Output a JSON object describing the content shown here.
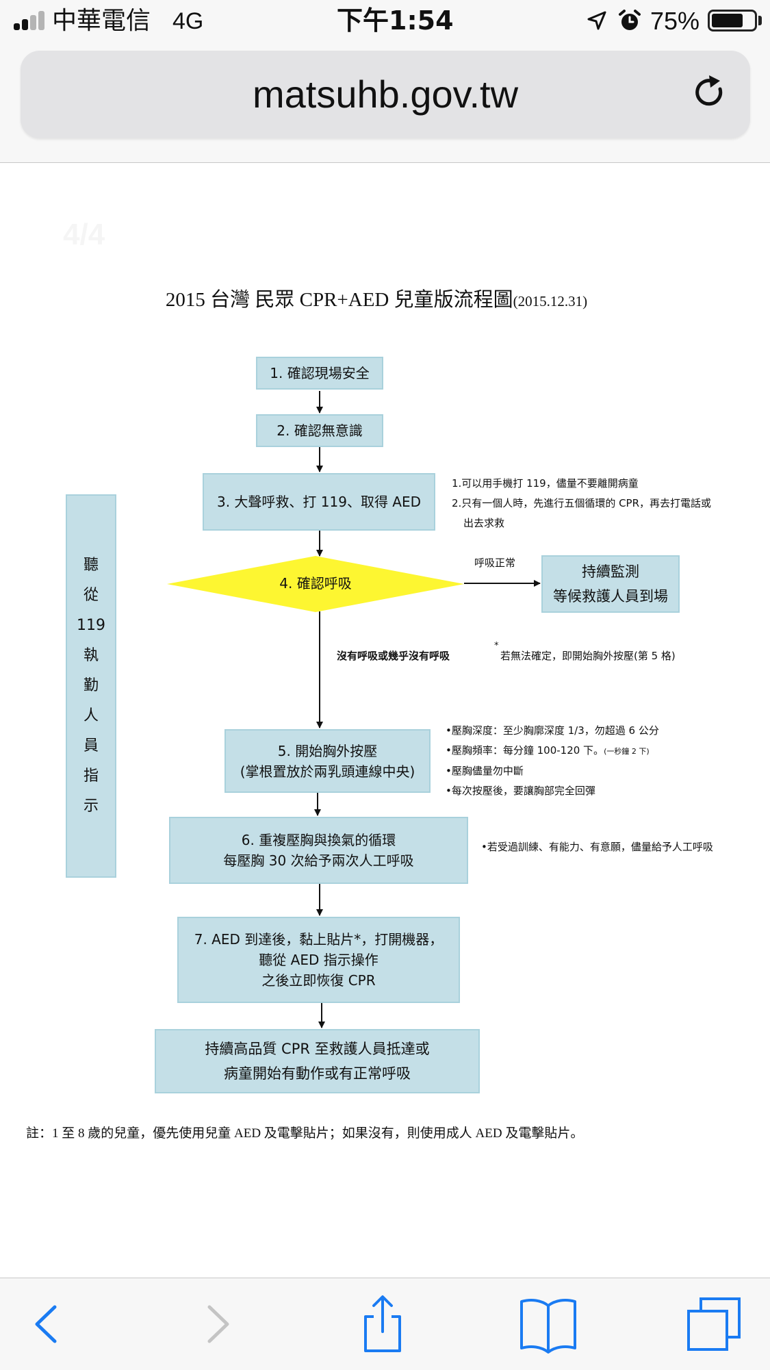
{
  "status_bar": {
    "carrier": "中華電信",
    "network": "4G",
    "time": "下午1:54",
    "battery_percent": "75%",
    "battery_level": 0.75,
    "signal_bars_filled": 2,
    "signal_bars_total": 4,
    "icons": [
      "location-arrow-icon",
      "alarm-clock-icon",
      "battery-icon"
    ]
  },
  "browser": {
    "url": "matsuhb.gov.tw",
    "reload_icon": "reload-icon",
    "toolbar": [
      "back-icon",
      "forward-icon",
      "share-icon",
      "bookmarks-icon",
      "tabs-icon"
    ]
  },
  "document": {
    "page_number": "4/4",
    "title": "2015 台灣  民眾  CPR+AED 兒童版流程圖",
    "title_date": "(2015.12.31)",
    "side_label": [
      "聽",
      "從",
      "119",
      "執",
      "勤",
      "人",
      "員",
      "指",
      "示"
    ],
    "steps": {
      "s1": "1.  確認現場安全",
      "s2": "2.  確認無意識",
      "s3": "3.  大聲呼救、打 119、取得 AED",
      "s4": "4.  確認呼吸",
      "s5": [
        "5.  開始胸外按壓",
        "(掌根置放於兩乳頭連線中央)"
      ],
      "s6": [
        "6.  重複壓胸與換氣的循環",
        "每壓胸 30 次給予兩次人工呼吸"
      ],
      "s7": [
        "7. AED 到達後，黏上貼片*，打開機器，",
        "聽從 AED 指示操作",
        "之後立即恢復 CPR"
      ],
      "s8": [
        "持續高品質  CPR  至救護人員抵達或",
        "病童開始有動作或有正常呼吸"
      ],
      "monitor": [
        "持續監測",
        "等候救護人員到場"
      ]
    },
    "labels": {
      "normal_breathing": "呼吸正常",
      "no_breathing": "沒有呼吸或幾乎沒有呼吸",
      "uncertain_mark": "*",
      "uncertain": "若無法確定，即開始胸外按壓(第 5 格)"
    },
    "notes": {
      "call": [
        "1.可以用手機打 119，儘量不要離開病童",
        "2.只有一個人時，先進行五個循環的 CPR，再去打電話或",
        "出去求救"
      ],
      "compression": [
        "•壓胸深度：至少胸廓深度 1/3，勿超過 6 公分",
        "•壓胸頻率：每分鐘 100-120 下。",
        "•壓胸儘量勿中斷",
        "•每次按壓後，要讓胸部完全回彈"
      ],
      "compression_rate_small": "(一秒鐘 2 下)",
      "rescue_breath": "•若受過訓練、有能力、有意願，儘量給予人工呼吸"
    },
    "footnote": "註：1 至 8 歲的兒童，優先使用兒童 AED 及電擊貼片；如果沒有，則使用成人 AED 及電擊貼片。"
  },
  "colors": {
    "box_fill": "#c4dfe7",
    "box_border": "#a9d1dc",
    "diamond_fill": "#fdf631",
    "ios_blue": "#1a7bf2"
  }
}
